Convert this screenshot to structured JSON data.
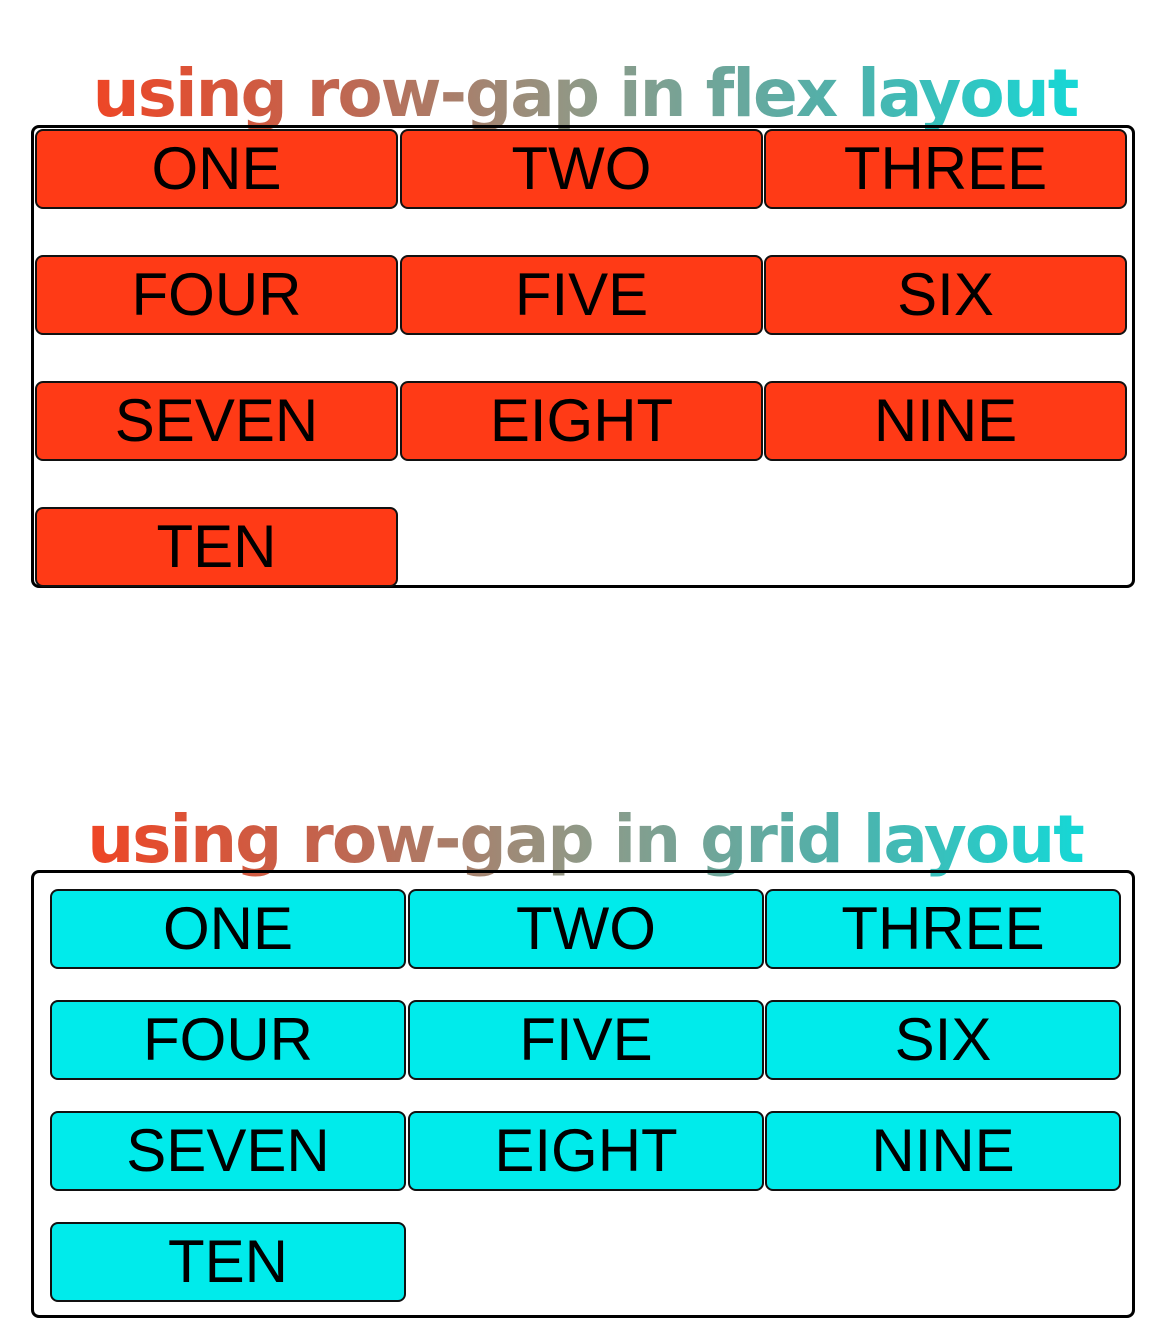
{
  "flex_section": {
    "title": "using row-gap in flex layout",
    "items": [
      "ONE",
      "TWO",
      "THREE",
      "FOUR",
      "FIVE",
      "SIX",
      "SEVEN",
      "EIGHT",
      "NINE",
      "TEN"
    ]
  },
  "grid_section": {
    "title": "using row-gap in grid layout",
    "items": [
      "ONE",
      "TWO",
      "THREE",
      "FOUR",
      "FIVE",
      "SIX",
      "SEVEN",
      "EIGHT",
      "NINE",
      "TEN"
    ]
  },
  "colors": {
    "flex_item": "#ff3a16",
    "grid_item": "#00ebeb",
    "border": "#000000",
    "title_gradient_start": "#ff3a16",
    "title_gradient_end": "#00e6e6"
  }
}
